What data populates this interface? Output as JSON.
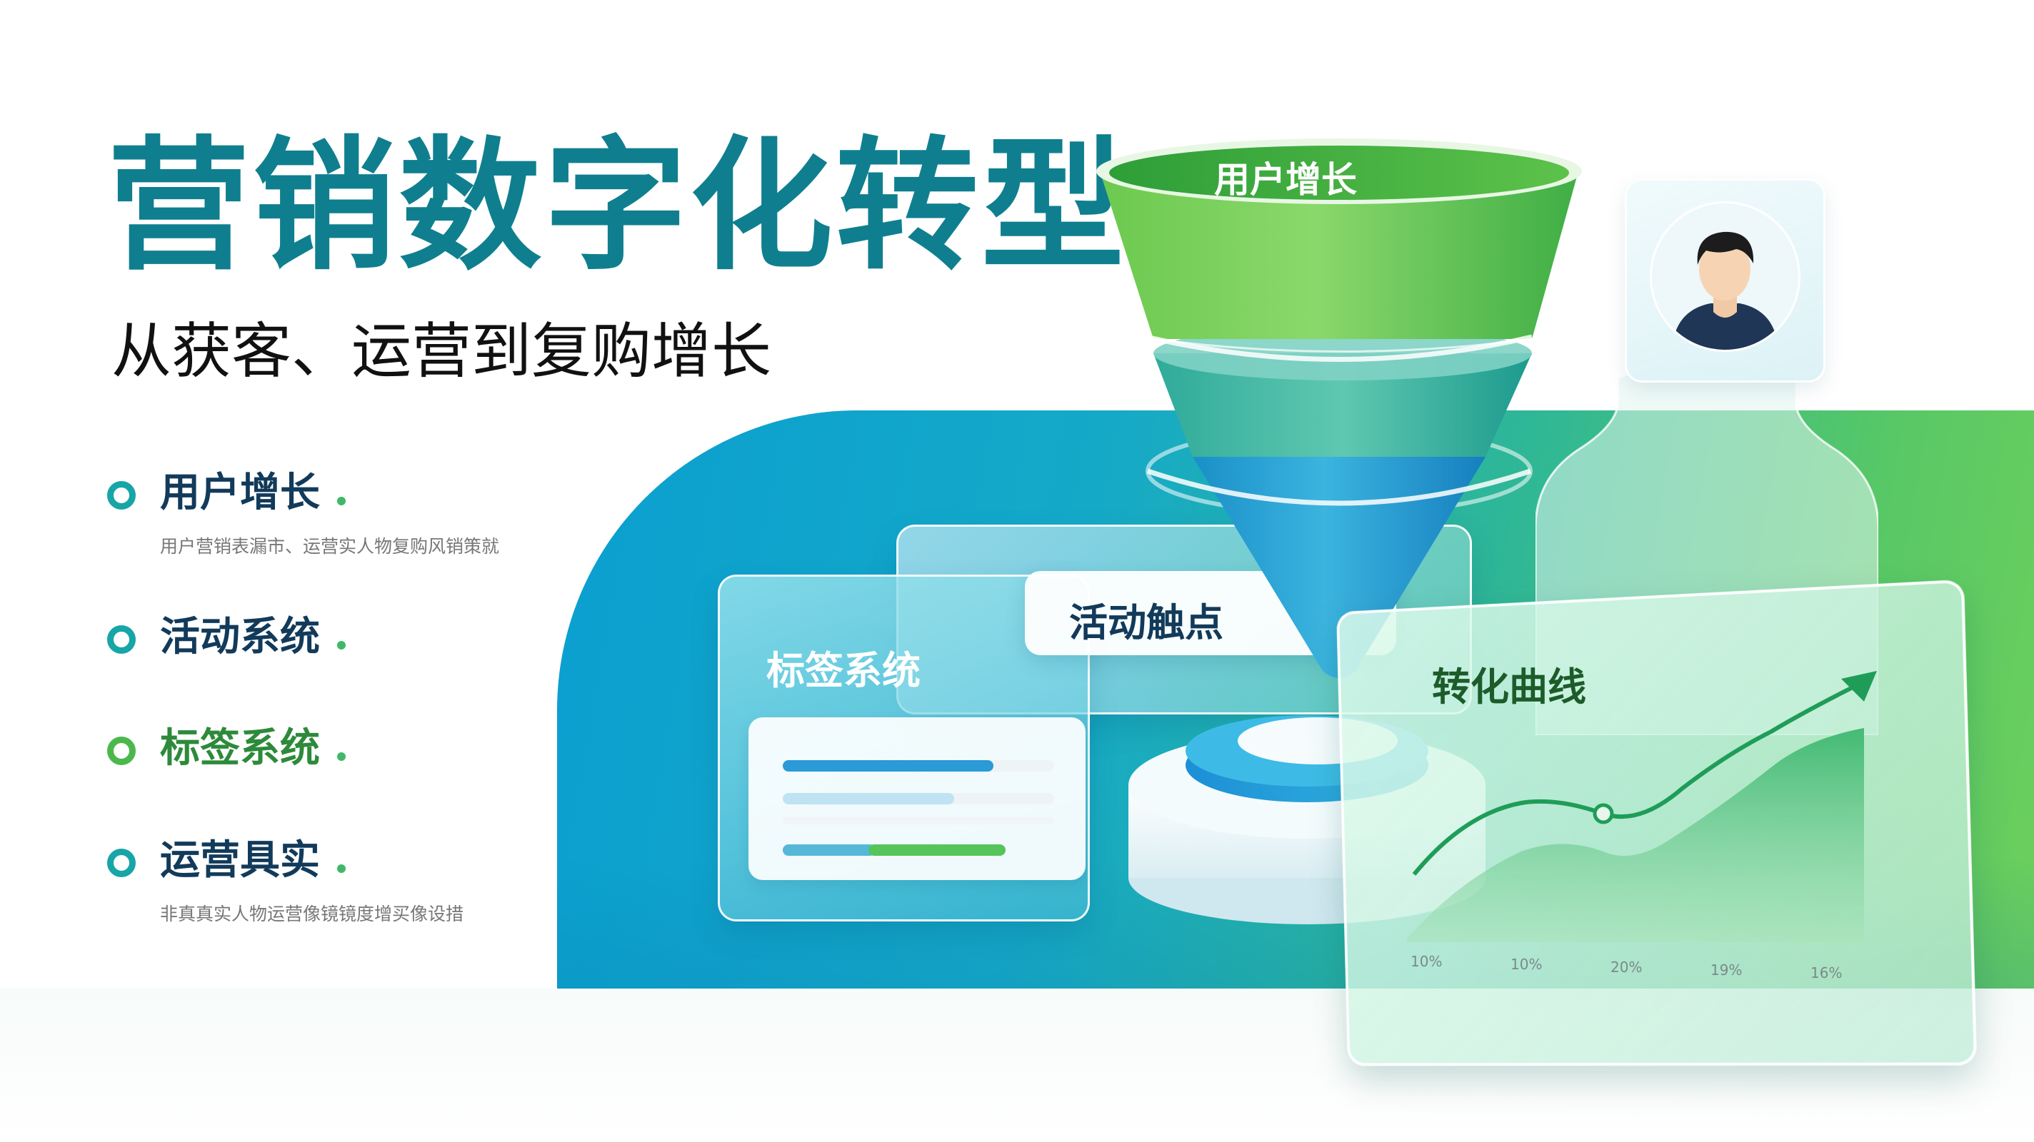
{
  "title": "营销数字化转型",
  "subtitle": "从获客、运营到复购增长",
  "features": [
    {
      "name": "用户增长",
      "description": "用户营销表漏市、运营实人物复购风销策就"
    },
    {
      "name": "活动系统",
      "description": ""
    },
    {
      "name": "标签系统",
      "description": ""
    },
    {
      "name": "运营具实",
      "description": "非真真实人物运营像镜镜度增买像设措"
    }
  ],
  "funnel": {
    "top_label": "用户增长"
  },
  "cards": {
    "tags_label": "标签系统",
    "touchpoint_label": "活动触点",
    "chart_label": "转化曲线"
  },
  "chart_data": {
    "type": "area",
    "title": "转化曲线",
    "categories": [
      "10%",
      "10%",
      "20%",
      "19%",
      "16%"
    ],
    "trend": "rising",
    "series": []
  },
  "colors": {
    "primary_teal": "#0f7f8f",
    "navy": "#123a5a",
    "green": "#4cb84c",
    "blue": "#0a9fd0"
  },
  "icons": [
    "ring-bullet-icon",
    "person-avatar-icon",
    "trend-arrow-icon"
  ]
}
